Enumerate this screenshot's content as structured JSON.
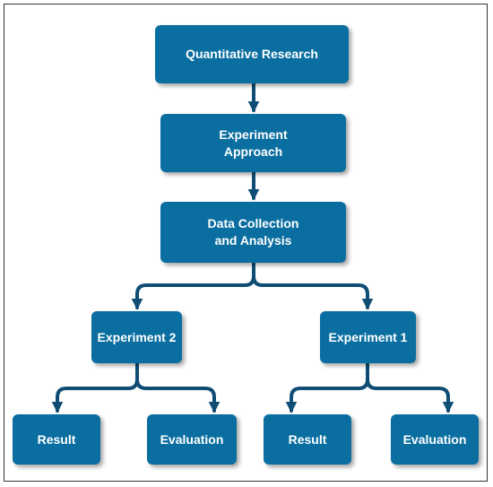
{
  "diagram": {
    "colors": {
      "box": "#0a6ea1",
      "connector": "#0f4d75",
      "text": "#ffffff",
      "frame": "#333333"
    },
    "nodes": {
      "quantitative_research": "Quantitative Research",
      "experiment_approach": "Experiment\nApproach",
      "data_collection": "Data Collection\nand Analysis",
      "experiment_2": "Experiment 2",
      "experiment_1": "Experiment 1",
      "result_left": "Result",
      "evaluation_left": "Evaluation",
      "result_right": "Result",
      "evaluation_right": "Evaluation"
    },
    "edges": [
      [
        "quantitative_research",
        "experiment_approach"
      ],
      [
        "experiment_approach",
        "data_collection"
      ],
      [
        "data_collection",
        "experiment_2"
      ],
      [
        "data_collection",
        "experiment_1"
      ],
      [
        "experiment_2",
        "result_left"
      ],
      [
        "experiment_2",
        "evaluation_left"
      ],
      [
        "experiment_1",
        "result_right"
      ],
      [
        "experiment_1",
        "evaluation_right"
      ]
    ]
  }
}
